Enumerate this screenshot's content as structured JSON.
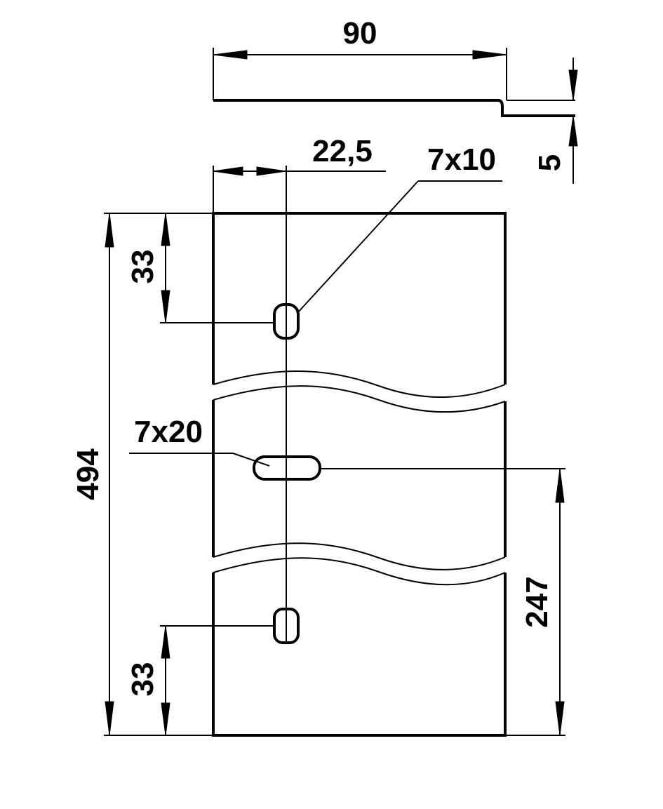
{
  "drawing": {
    "dimensions": {
      "width": "90",
      "thickness": "5",
      "hole_offset": "22,5",
      "slot_top": "7x10",
      "top_hole_distance": "33",
      "total_length": "494",
      "slot_middle": "7x20",
      "middle_slot_distance": "247",
      "bottom_hole_distance": "33"
    },
    "colors": {
      "line": "#000000",
      "background": "#ffffff"
    }
  }
}
